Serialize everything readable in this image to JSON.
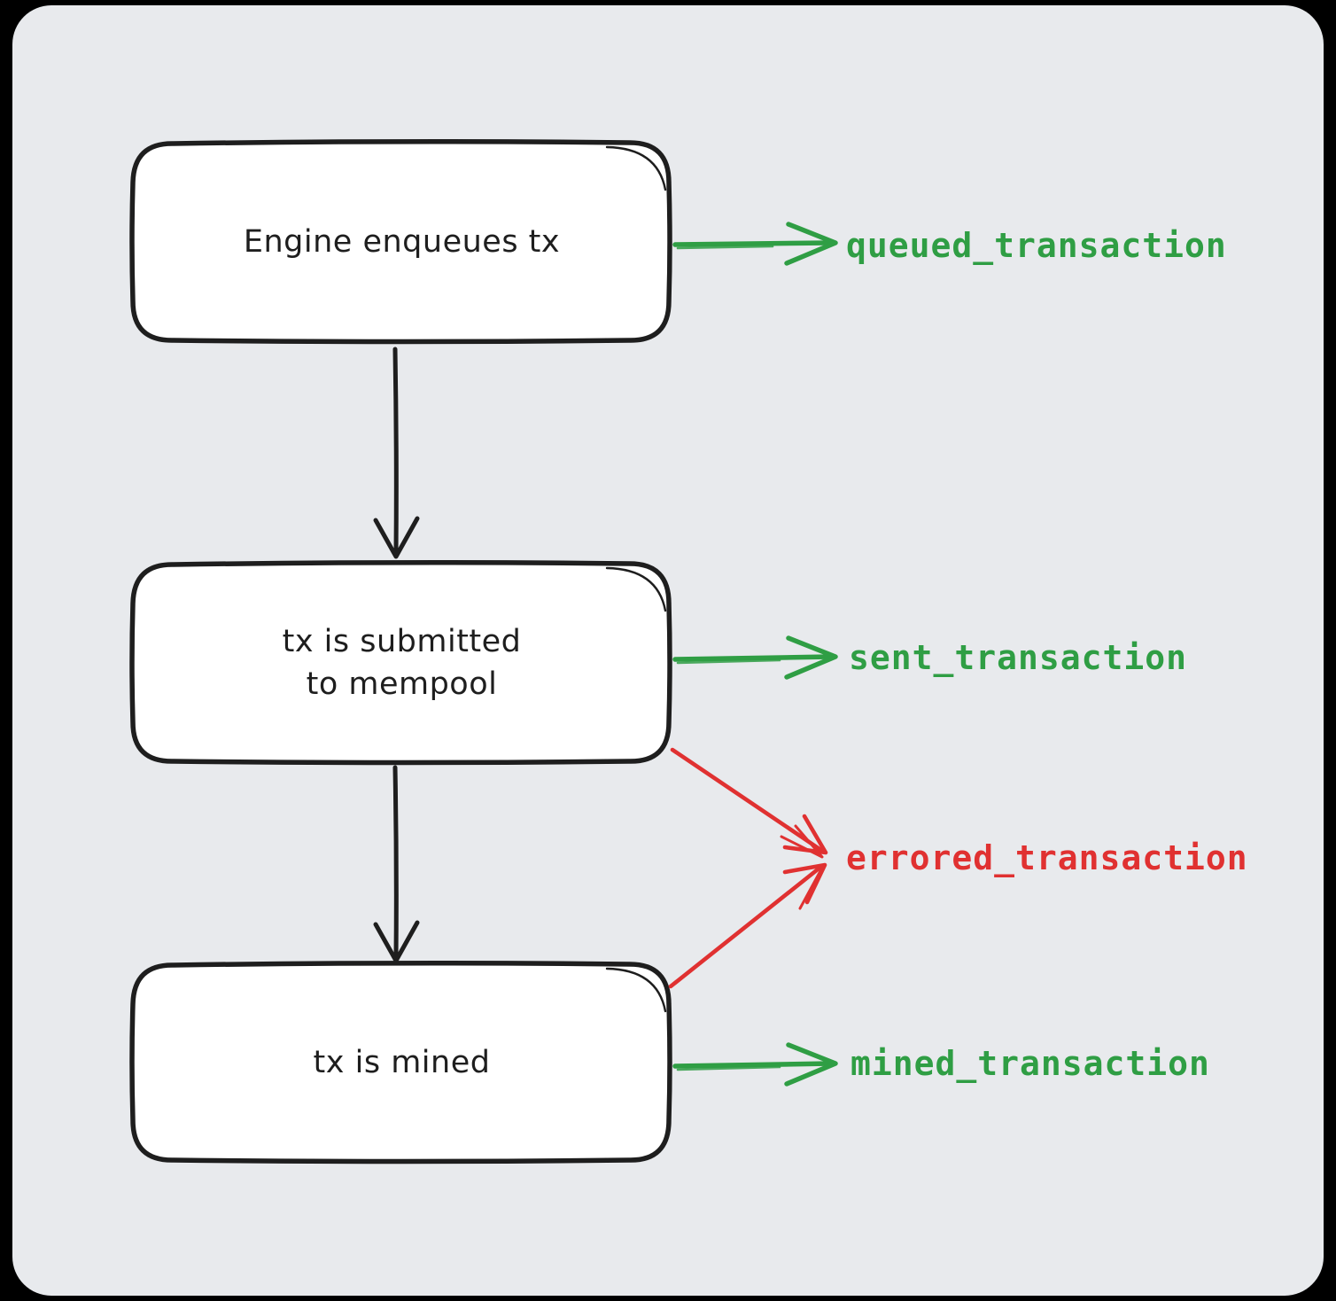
{
  "diagram": {
    "type": "flowchart",
    "colors": {
      "page_bg": "#000000",
      "canvas_bg": "#e8eaed",
      "node_fill": "#ffffff",
      "stroke_dark": "#1e1e1e",
      "green": "#2f9e44",
      "red": "#e03131"
    },
    "nodes": [
      {
        "id": "engine-enqueues-tx",
        "label": "Engine enqueues tx"
      },
      {
        "id": "tx-submitted-mempool",
        "label": "tx is submitted\nto mempool"
      },
      {
        "id": "tx-mined",
        "label": "tx is mined"
      }
    ],
    "events": [
      {
        "id": "queued",
        "label": "queued_transaction",
        "color": "green"
      },
      {
        "id": "sent",
        "label": "sent_transaction",
        "color": "green"
      },
      {
        "id": "errored",
        "label": "errored_transaction",
        "color": "red"
      },
      {
        "id": "mined",
        "label": "mined_transaction",
        "color": "green"
      }
    ],
    "edges": [
      {
        "from": "engine-enqueues-tx",
        "to": "tx-submitted-mempool",
        "style": "black-arrow"
      },
      {
        "from": "tx-submitted-mempool",
        "to": "tx-mined",
        "style": "black-arrow"
      },
      {
        "from": "engine-enqueues-tx",
        "to": "queued",
        "style": "green-arrow"
      },
      {
        "from": "tx-submitted-mempool",
        "to": "sent",
        "style": "green-arrow"
      },
      {
        "from": "tx-submitted-mempool",
        "to": "errored",
        "style": "red-arrow"
      },
      {
        "from": "tx-mined",
        "to": "errored",
        "style": "red-arrow"
      },
      {
        "from": "tx-mined",
        "to": "mined",
        "style": "green-arrow"
      }
    ]
  }
}
